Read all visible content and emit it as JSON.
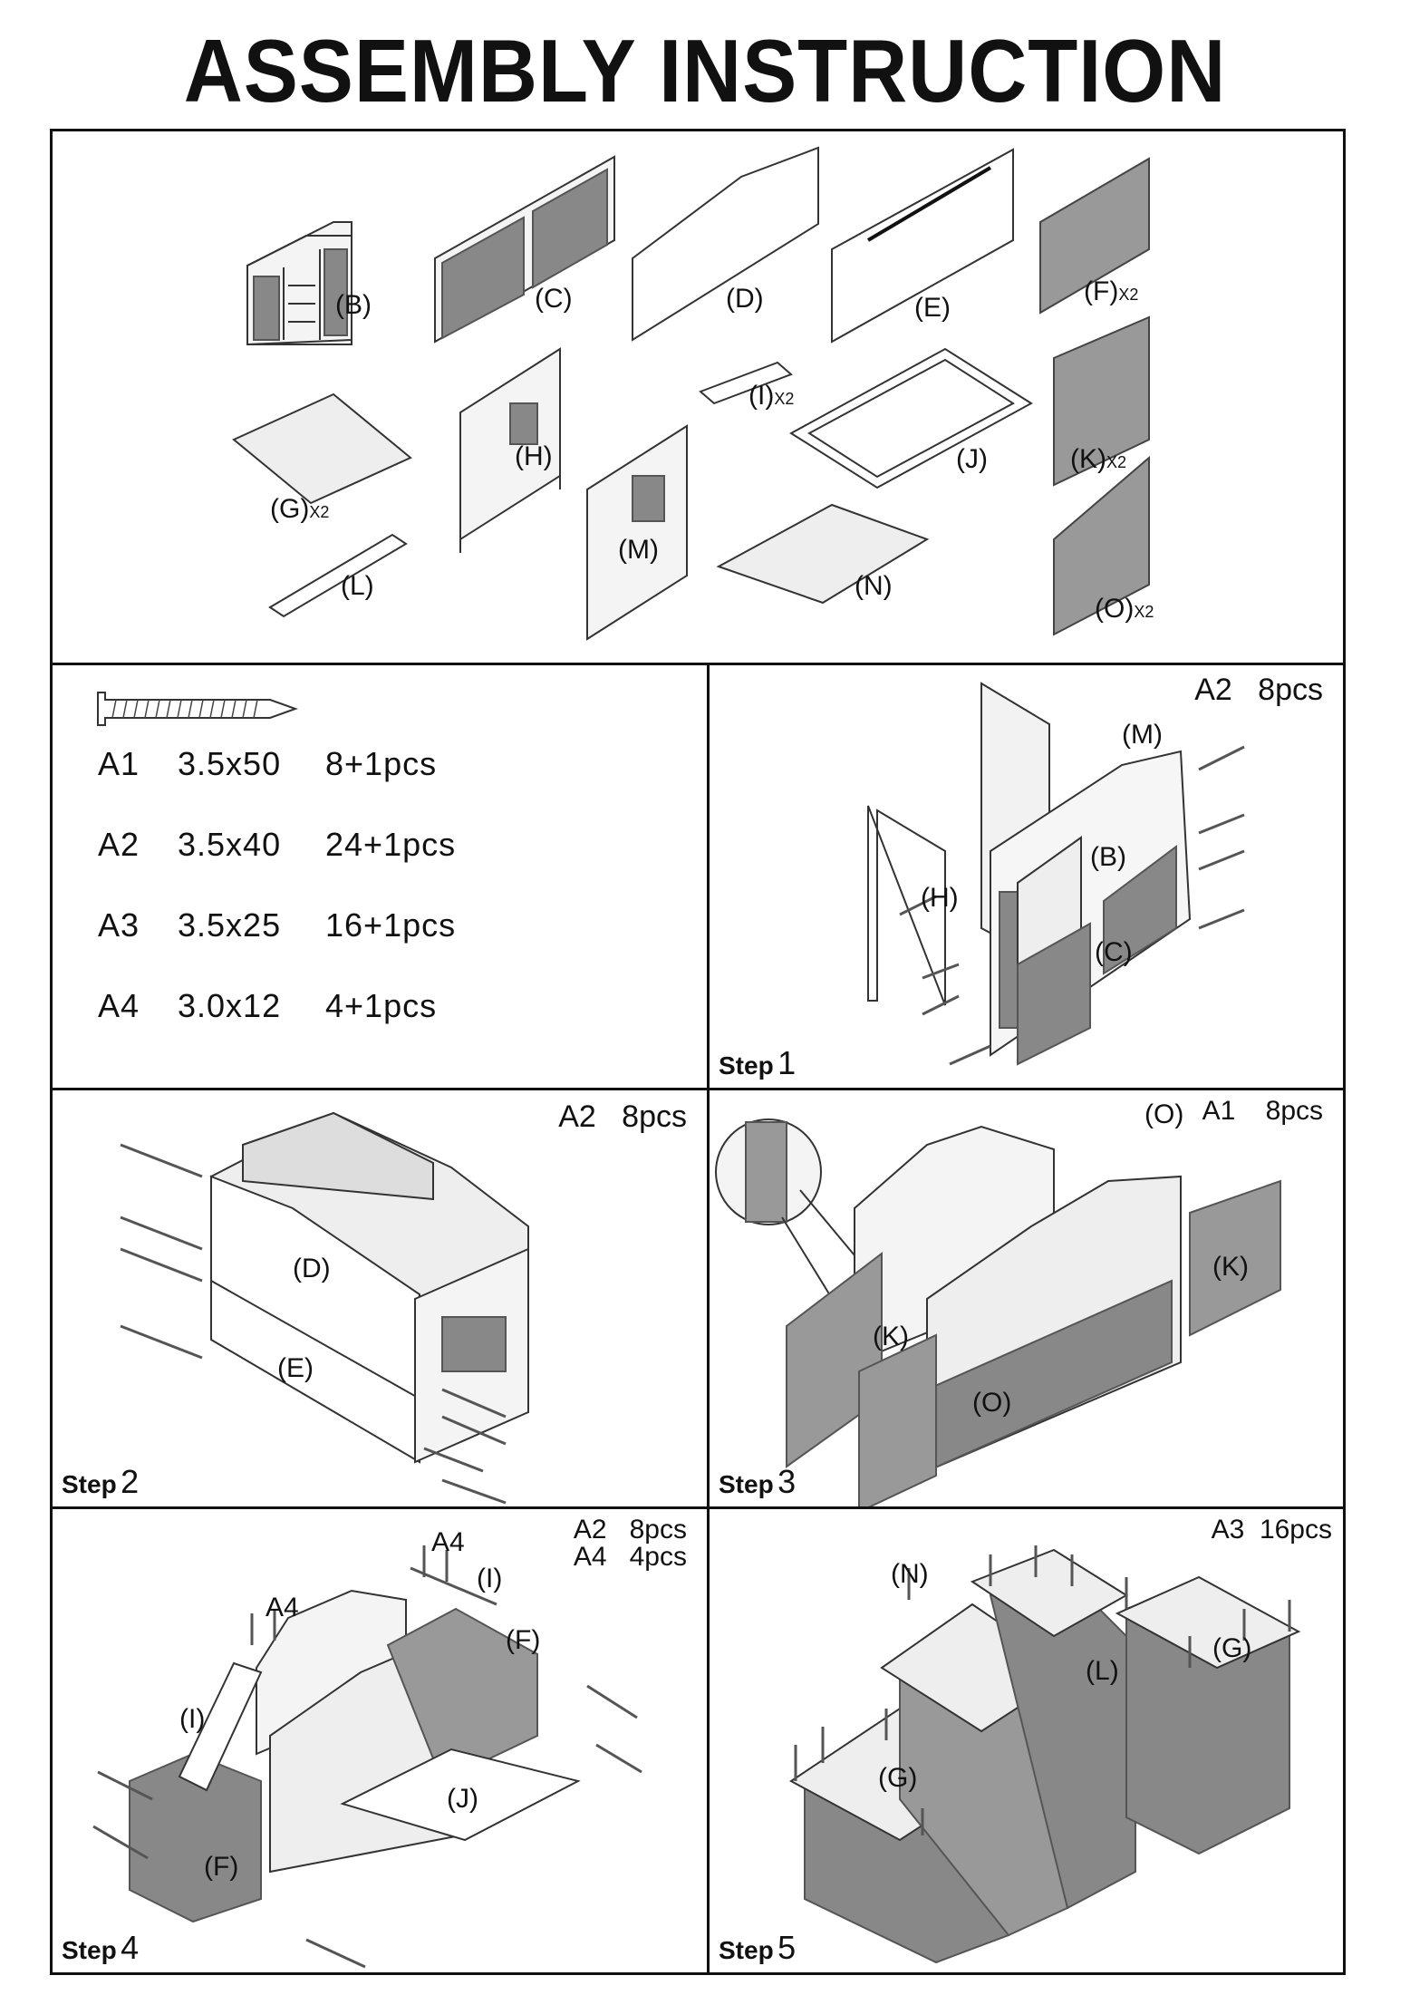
{
  "title": "ASSEMBLY INSTRUCTION",
  "parts": [
    {
      "letter": "B",
      "qty": ""
    },
    {
      "letter": "C",
      "qty": ""
    },
    {
      "letter": "D",
      "qty": ""
    },
    {
      "letter": "E",
      "qty": ""
    },
    {
      "letter": "F",
      "qty": "X2"
    },
    {
      "letter": "G",
      "qty": "X2"
    },
    {
      "letter": "H",
      "qty": ""
    },
    {
      "letter": "I",
      "qty": "X2"
    },
    {
      "letter": "J",
      "qty": ""
    },
    {
      "letter": "K",
      "qty": "X2"
    },
    {
      "letter": "L",
      "qty": ""
    },
    {
      "letter": "M",
      "qty": ""
    },
    {
      "letter": "N",
      "qty": ""
    },
    {
      "letter": "O",
      "qty": "X2"
    }
  ],
  "screws": [
    {
      "code": "A1",
      "size": "3.5x50",
      "qty": "8+1pcs"
    },
    {
      "code": "A2",
      "size": "3.5x40",
      "qty": "24+1pcs"
    },
    {
      "code": "A3",
      "size": "3.5x25",
      "qty": "16+1pcs"
    },
    {
      "code": "A4",
      "size": "3.0x12",
      "qty": "4+1pcs"
    }
  ],
  "steps": [
    {
      "word": "Step",
      "num": "1",
      "hardware": [
        "A2   8pcs"
      ],
      "labels": [
        "M",
        "B",
        "H",
        "C"
      ]
    },
    {
      "word": "Step",
      "num": "2",
      "hardware": [
        "A2   8pcs"
      ],
      "labels": [
        "D",
        "E"
      ]
    },
    {
      "word": "Step",
      "num": "3",
      "hardware": [
        "A1    8pcs"
      ],
      "labels": [
        "O",
        "K",
        "K",
        "O"
      ]
    },
    {
      "word": "Step",
      "num": "4",
      "hardware": [
        "A2   8pcs",
        "A4   4pcs"
      ],
      "labels": [
        "A4",
        "A4",
        "I",
        "I",
        "F",
        "J",
        "F"
      ]
    },
    {
      "word": "Step",
      "num": "5",
      "hardware": [
        "A3  16pcs"
      ],
      "labels": [
        "N",
        "L",
        "G",
        "G"
      ]
    }
  ]
}
